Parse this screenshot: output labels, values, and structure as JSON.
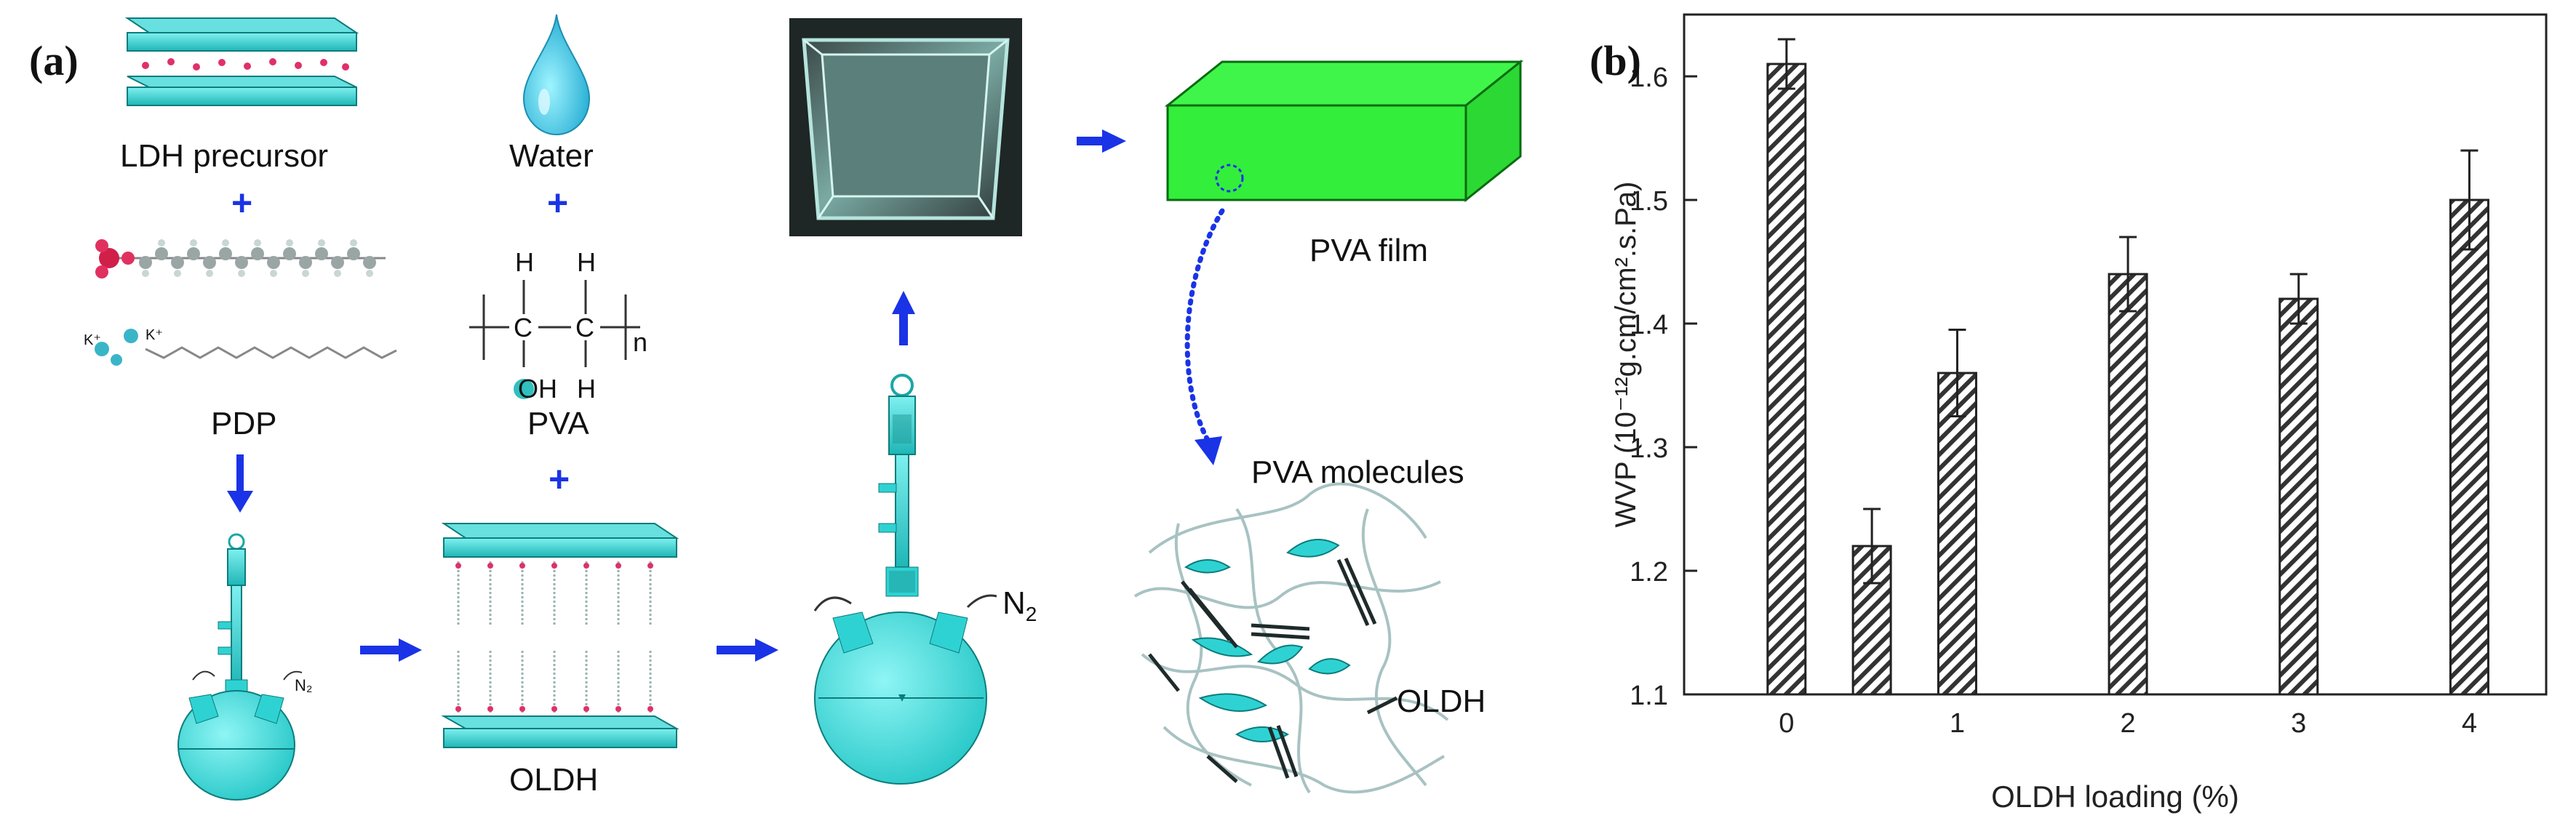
{
  "panel_a": {
    "label": "(a)",
    "ldh_label": "LDH precursor",
    "water_label": "Water",
    "pdp_label": "PDP",
    "pva_label": "PVA",
    "oldh_label": "OLDH",
    "pva_film_label": "PVA film",
    "pva_molecules_label": "PVA molecules",
    "oldh_composite_label": "OLDH",
    "n2_label": "N",
    "n2_sub": "2",
    "n2_small_label": "N₂",
    "plus_sign": "+",
    "h_label": "H",
    "c_label": "C",
    "oh_label": "OH",
    "n_label": "n",
    "kplus_label": "K⁺"
  },
  "panel_b": {
    "label": "(b)"
  },
  "colors": {
    "cyan": "#2fd2d2",
    "arrow_blue": "#1a33e6",
    "film_green": "#33f23a",
    "hatch": "#333333"
  },
  "chart_data": {
    "type": "bar",
    "x": [
      0,
      0.5,
      1,
      2,
      3,
      4
    ],
    "values": [
      1.61,
      1.22,
      1.36,
      1.44,
      1.42,
      1.5
    ],
    "errors": [
      0.02,
      0.03,
      0.035,
      0.03,
      0.02,
      0.04
    ],
    "xticks": [
      "0",
      "1",
      "2",
      "3",
      "4"
    ],
    "xtick_values": [
      0,
      1,
      2,
      3,
      4
    ],
    "yticks": [
      "1.1",
      "1.2",
      "1.3",
      "1.4",
      "1.5",
      "1.6"
    ],
    "ytick_values": [
      1.1,
      1.2,
      1.3,
      1.4,
      1.5,
      1.6
    ],
    "xlim": [
      -0.6,
      4.45
    ],
    "ylim": [
      1.1,
      1.65
    ],
    "xlabel": "OLDH loading (%)",
    "ylabel": "WVP (10⁻¹²g.cm/cm².s.Pa)",
    "bar_fill": "hatched",
    "grid": false,
    "legend": "none"
  }
}
